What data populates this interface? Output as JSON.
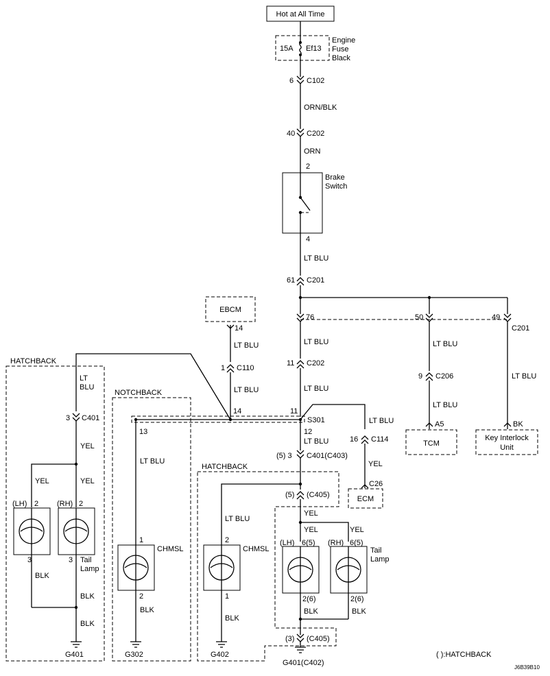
{
  "power": {
    "source": "Hot at All Time"
  },
  "fuse": {
    "rating": "15A",
    "id": "Ef13",
    "label1": "Engine",
    "label2": "Fuse",
    "label3": "Black"
  },
  "connectors": {
    "c102_pin": "6",
    "c102": "C102",
    "c202_top_pin": "40",
    "c202_top": "C202",
    "c201_top_pin": "61",
    "c201_top": "C201",
    "c201_pin76": "76",
    "c201_pin50": "50",
    "c201_pin49": "49",
    "c201_right": "C201",
    "c110_pin": "1",
    "c110": "C110",
    "c202_mid_pin": "11",
    "c202_mid": "C202",
    "c401_left_pin": "3",
    "c401_left": "C401",
    "c206_pin": "9",
    "c206": "C206",
    "c114_pin": "16",
    "c114": "C114",
    "c401_main": "(5) 3",
    "c401_main_label": "C401(C403)",
    "c405_top_pin": "(5)",
    "c405_top": "(C405)",
    "c405_bot_pin": "(3)",
    "c405_bot": "(C405)"
  },
  "wires": {
    "orn_blk": "ORN/BLK",
    "orn": "ORN",
    "lt_blu": "LT BLU",
    "lt": "LT",
    "blu": "BLU",
    "yel": "YEL",
    "blk": "BLK"
  },
  "components": {
    "brake_switch_1": "Brake",
    "brake_switch_2": "Switch",
    "brake_pin_top": "2",
    "brake_pin_bot": "4",
    "ebcm": "EBCM",
    "ebcm_pin": "14",
    "splice": "S301",
    "splice_pin_left": "14",
    "splice_pin_top": "11",
    "splice_pin_bot": "12",
    "splice_pin_notch": "13",
    "ecm": "ECM",
    "ecm_pin": "C26",
    "tcm": "TCM",
    "tcm_pin": "A5",
    "key_interlock_1": "Key Interlock",
    "key_interlock_2": "Unit",
    "key_pin": "BK",
    "chmsl": "CHMSL",
    "tail_1": "Tail",
    "tail_2": "Lamp",
    "lh": "(LH)",
    "rh": "(RH)"
  },
  "pins": {
    "two": "2",
    "three": "3",
    "one": "1",
    "six_five": "6(5)",
    "two_six": "2(6)"
  },
  "regions": {
    "hatchback": "HATCHBACK",
    "notchback": "NOTCHBACK"
  },
  "grounds": {
    "g401": "G401",
    "g302": "G302",
    "g402": "G402",
    "g401_main": "G401(C402)"
  },
  "legend": {
    "hatchback_note": "( ):HATCHBACK"
  },
  "doc_id": "J6B39B10"
}
